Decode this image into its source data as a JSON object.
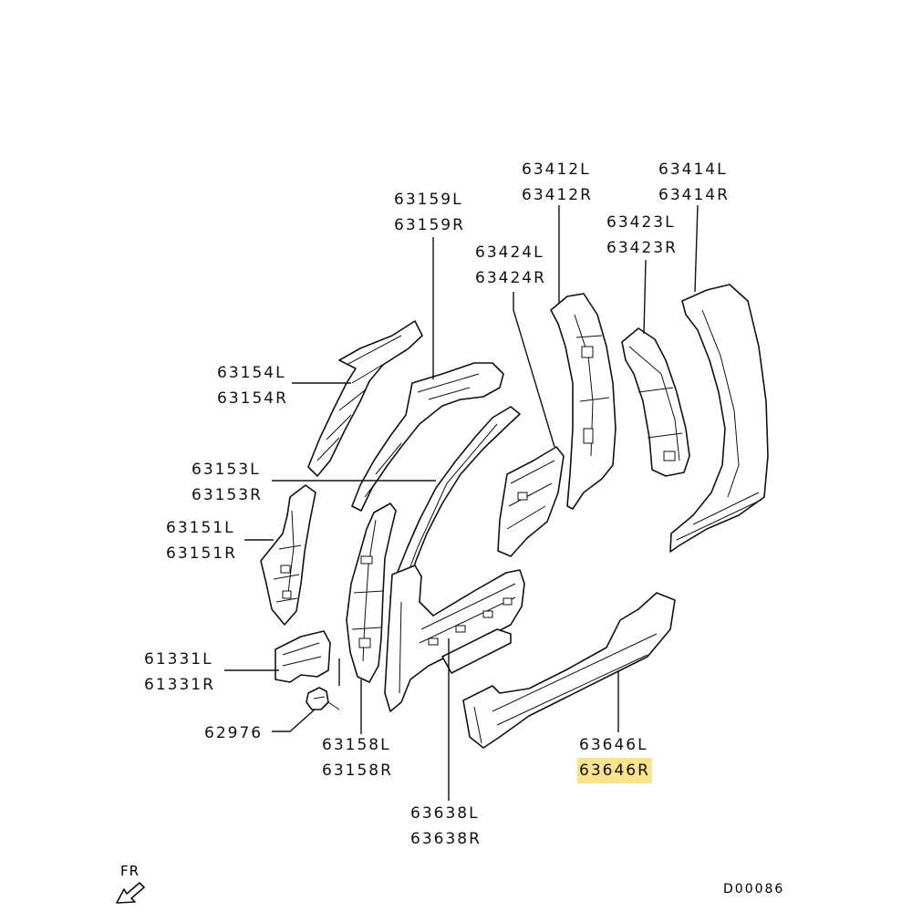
{
  "labels": {
    "p63412": {
      "l": "63412L",
      "r": "63412R"
    },
    "p63414": {
      "l": "63414L",
      "r": "63414R"
    },
    "p63159": {
      "l": "63159L",
      "r": "63159R"
    },
    "p63423": {
      "l": "63423L",
      "r": "63423R"
    },
    "p63424": {
      "l": "63424L",
      "r": "63424R"
    },
    "p63154": {
      "l": "63154L",
      "r": "63154R"
    },
    "p63153": {
      "l": "63153L",
      "r": "63153R"
    },
    "p63151": {
      "l": "63151L",
      "r": "63151R"
    },
    "p61331": {
      "l": "61331L",
      "r": "61331R"
    },
    "p62976": {
      "l": "62976"
    },
    "p63158": {
      "l": "63158L",
      "r": "63158R"
    },
    "p63646": {
      "l": "63646L",
      "r": "63646R"
    },
    "p63638": {
      "l": "63638L",
      "r": "63638R"
    }
  },
  "highlight_color": "#fbe38a",
  "front_indicator": "FR",
  "diagram_code": "D00086"
}
